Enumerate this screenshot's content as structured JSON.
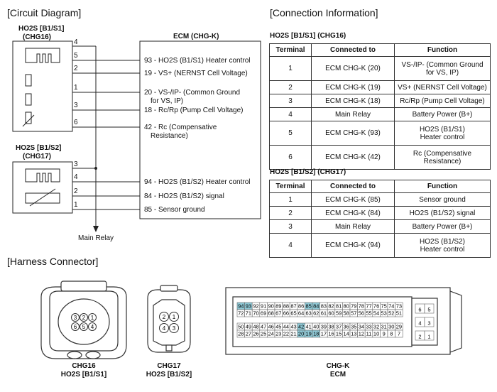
{
  "headings": {
    "circuit": "[Circuit Diagram]",
    "connection": "[Connection Information]",
    "harness": "[Harness Connector]"
  },
  "circuit": {
    "s1_name": "HO2S [B1/S1]",
    "s1_conn": "(CHG16)",
    "s2_name": "HO2S [B1/S2]",
    "s2_conn": "(CHG17)",
    "ecm_title": "ECM (CHG-K)",
    "main_relay": "Main Relay",
    "s1_pins": [
      "4",
      "5",
      "2",
      "1",
      "3",
      "6"
    ],
    "s2_pins": [
      "3",
      "4",
      "2",
      "1"
    ],
    "ecm_pins": [
      {
        "num": "93",
        "text": "- HO2S (B1/S1) Heater control"
      },
      {
        "num": "19",
        "text": "- VS+ (NERNST Cell Voltage)"
      },
      {
        "num": "20",
        "text": "- VS-/IP- (Common Ground",
        "text2": "for VS, IP)"
      },
      {
        "num": "18",
        "text": "- Rc/Rp (Pump Cell Voltage)"
      },
      {
        "num": "42",
        "text": "- Rc (Compensative",
        "text2": "Resistance)"
      },
      {
        "num": "94",
        "text": "- HO2S (B1/S2) Heater control"
      },
      {
        "num": "84",
        "text": "- HO2S (B1/S2) signal"
      },
      {
        "num": "85",
        "text": "- Sensor ground"
      }
    ]
  },
  "table1": {
    "title": "HO2S [B1/S1] (CHG16)",
    "headers": [
      "Terminal",
      "Connected to",
      "Function"
    ],
    "rows": [
      [
        "1",
        "ECM CHG-K (20)",
        "VS-/IP- (Common Ground",
        "for VS, IP)"
      ],
      [
        "2",
        "ECM CHG-K (19)",
        "VS+ (NERNST Cell Voltage)",
        ""
      ],
      [
        "3",
        "ECM CHG-K (18)",
        "Rc/Rp (Pump Cell Voltage)",
        ""
      ],
      [
        "4",
        "Main Relay",
        "Battery Power (B+)",
        ""
      ],
      [
        "5",
        "ECM CHG-K (93)",
        "HO2S (B1/S1)",
        "Heater control"
      ],
      [
        "6",
        "ECM CHG-K (42)",
        "Rc (Compensative",
        "Resistance)"
      ]
    ]
  },
  "table2": {
    "title": "HO2S [B1/S2] (CHG17)",
    "headers": [
      "Terminal",
      "Connected to",
      "Function"
    ],
    "rows": [
      [
        "1",
        "ECM CHG-K (85)",
        "Sensor ground",
        ""
      ],
      [
        "2",
        "ECM CHG-K (84)",
        "HO2S (B1/S2) signal",
        ""
      ],
      [
        "3",
        "Main Relay",
        "Battery Power (B+)",
        ""
      ],
      [
        "4",
        "ECM CHG-K (94)",
        "HO2S (B1/S2)",
        "Heater control"
      ]
    ]
  },
  "harness": {
    "chg16": {
      "pins_top": [
        "3",
        "2",
        "1"
      ],
      "pins_bottom": [
        "6",
        "5",
        "4"
      ],
      "caption1": "CHG16",
      "caption2": "HO2S [B1/S1]"
    },
    "chg17": {
      "pins_top": [
        "2",
        "1"
      ],
      "pins_bottom": [
        "4",
        "3"
      ],
      "caption1": "CHG17",
      "caption2": "HO2S [B1/S2]"
    },
    "ecm": {
      "row1": [
        "94",
        "93",
        "92",
        "91",
        "90",
        "89",
        "88",
        "87",
        "86",
        "85",
        "84",
        "83",
        "82",
        "81",
        "80",
        "79",
        "78",
        "77",
        "76",
        "75",
        "74",
        "73"
      ],
      "row2": [
        "72",
        "71",
        "70",
        "69",
        "68",
        "67",
        "66",
        "65",
        "64",
        "63",
        "62",
        "61",
        "60",
        "59",
        "58",
        "57",
        "56",
        "55",
        "54",
        "53",
        "52",
        "51"
      ],
      "row3": [
        "50",
        "49",
        "48",
        "47",
        "46",
        "45",
        "44",
        "43",
        "42",
        "41",
        "40",
        "39",
        "38",
        "37",
        "36",
        "35",
        "34",
        "33",
        "32",
        "31",
        "30",
        "29"
      ],
      "row4": [
        "28",
        "27",
        "26",
        "25",
        "24",
        "23",
        "22",
        "21",
        "20",
        "19",
        "18",
        "17",
        "16",
        "15",
        "14",
        "13",
        "12",
        "11",
        "10",
        "9",
        "8",
        "7"
      ],
      "side": [
        [
          "6",
          "5"
        ],
        [
          "4",
          "3"
        ],
        [
          "2",
          "1"
        ]
      ],
      "highlight": [
        "94",
        "93",
        "85",
        "84",
        "42",
        "20",
        "19",
        "18"
      ],
      "highlight_color": "#8fc9d6",
      "caption1": "CHG-K",
      "caption2": "ECM"
    }
  }
}
